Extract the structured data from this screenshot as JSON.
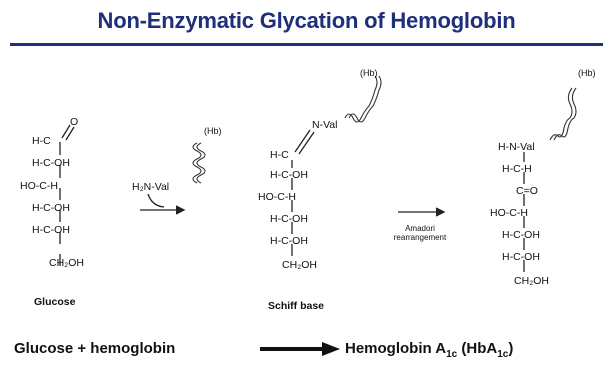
{
  "title": "Non-Enzymatic Glycation of Hemoglobin",
  "glucose": {
    "rows": [
      "H-C",
      "H-C-OH",
      "HO-C-H",
      "H-C-OH",
      "H-C-OH",
      "CH₂OH"
    ],
    "carbonyl": "O",
    "label": "Glucose"
  },
  "valine": {
    "amine": "H₂N-Val",
    "hb": "(Hb)"
  },
  "schiff": {
    "rows": [
      "H-C",
      "H-C-OH",
      "HO-C-H",
      "H-C-OH",
      "H-C-OH",
      "CH₂OH"
    ],
    "link": "N-Val",
    "hb": "(Hb)",
    "label": "Schiff base"
  },
  "amadori": {
    "line1": "Amadori",
    "line2": "rearrangement"
  },
  "product": {
    "rows": [
      "H-N-Val",
      "H-C-H",
      "C=O",
      "HO-C-H",
      "H-C-OH",
      "H-C-OH",
      "CH₂OH"
    ],
    "hb": "(Hb)"
  },
  "bottom": {
    "left": "Glucose + hemoglobin",
    "right": "Hemoglobin A",
    "sub1": "1c",
    "paren": "(HbA",
    "sub2": "1c",
    "close": ")"
  }
}
